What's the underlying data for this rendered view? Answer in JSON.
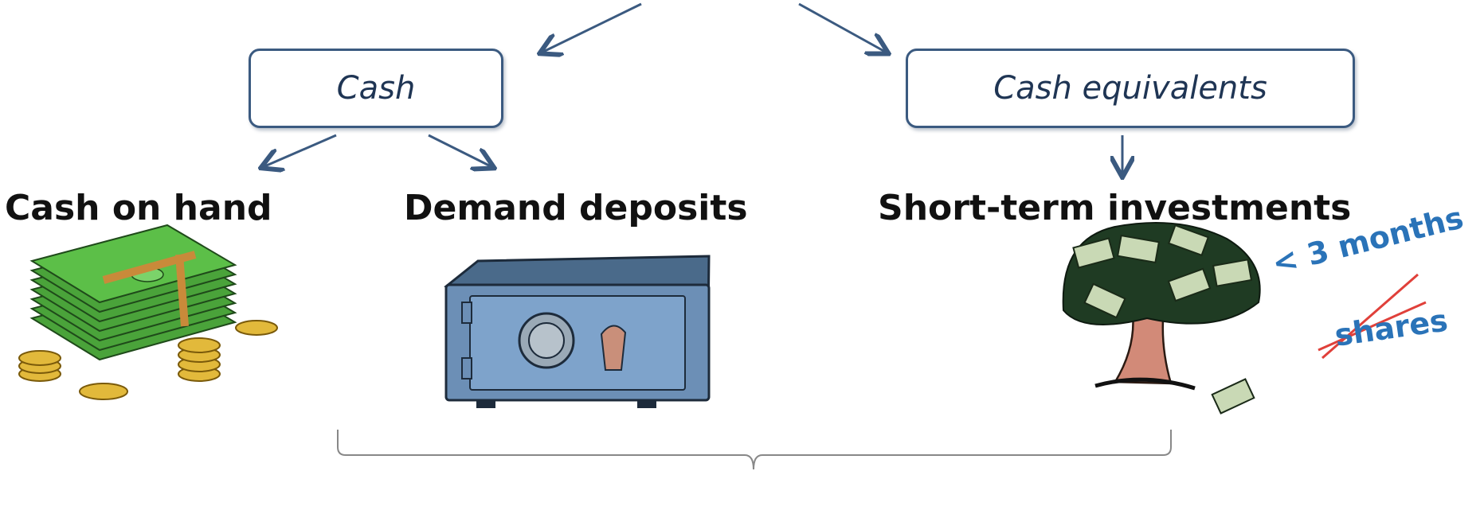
{
  "diagram": {
    "boxes": {
      "cash": "Cash",
      "cash_equivalents": "Cash equivalents"
    },
    "labels": {
      "cash_on_hand": "Cash on hand",
      "demand_deposits": "Demand deposits",
      "short_term_investments": "Short-term investments"
    },
    "notes": {
      "maturity": "< 3 months",
      "excluded": "shares"
    },
    "colors": {
      "box_border": "#3b5a80",
      "arrow": "#3b5a80",
      "note": "#2a73b8",
      "strike": "#e0403a"
    }
  }
}
